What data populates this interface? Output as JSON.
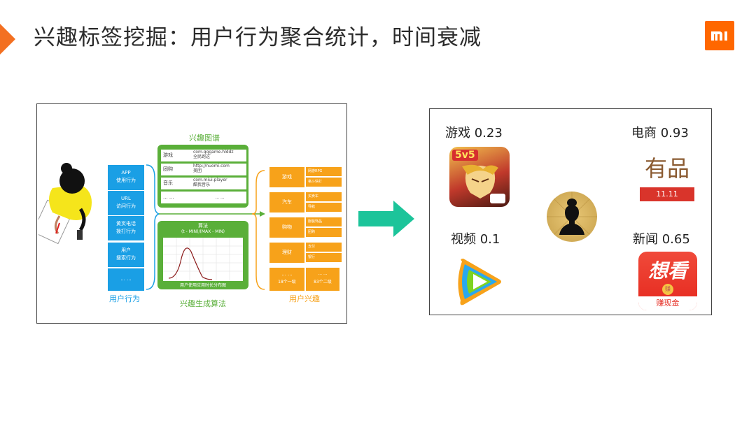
{
  "slide": {
    "title": "兴趣标签挖掘：用户行为聚合统计，时间衰减",
    "logo_text": "mi",
    "accent": "#f37021"
  },
  "left_diagram": {
    "behaviors": [
      {
        "line1": "APP",
        "line2": "使用行为"
      },
      {
        "line1": "URL",
        "line2": "访问行为"
      },
      {
        "line1": "黄页电话",
        "line2": "拨打行为"
      },
      {
        "line1": "用户",
        "line2": "搜索行为"
      },
      {
        "line1": "... ...",
        "line2": ""
      }
    ],
    "behaviors_caption": "用户行为",
    "graph_title": "兴趣图谱",
    "graph_rows": [
      {
        "tag": "游戏",
        "d1": "com.qqgame.hlddz",
        "d2": "全民跑这"
      },
      {
        "tag": "团购",
        "d1": "http://nuomi.com",
        "d2": "美团"
      },
      {
        "tag": "音乐",
        "d1": "com.miui.player",
        "d2": "酷我音乐"
      },
      {
        "tag": "... ...",
        "d1": "... ...",
        "d2": ""
      }
    ],
    "algo_title": "算法",
    "algo_formula": "(t - MIN)/(MAX - MIN)",
    "algo_chart_caption": "用户使用应用时长分布图",
    "algo_caption": "兴趣生成算法",
    "interests": [
      {
        "cat": "游戏",
        "s1": "网游RPG",
        "s2": "格斗快打"
      },
      {
        "cat": "汽车",
        "s1": "买卖车",
        "s2": "导航"
      },
      {
        "cat": "购物",
        "s1": "服装饰品",
        "s2": "团购"
      },
      {
        "cat": "理财",
        "s1": "支付",
        "s2": "银行"
      },
      {
        "cat": "... ...",
        "s1": "... ...",
        "s2": ""
      }
    ],
    "interest_footer": {
      "left": "18个一级",
      "right": "83个二级"
    },
    "interests_caption": "用户兴趣",
    "colors": {
      "blue": "#1a9fe5",
      "green": "#5aaf39",
      "orange": "#f7a21a"
    }
  },
  "arrow_color": "#1cc49a",
  "right_diagram": {
    "items": [
      {
        "label": "游戏 0.23",
        "icon": "game-5v5-icon"
      },
      {
        "label": "电商 0.93",
        "icon": "youpin-icon"
      },
      {
        "label": "视频 0.1",
        "icon": "tencent-video-icon"
      },
      {
        "label": "新闻 0.65",
        "icon": "xiangkan-icon"
      }
    ],
    "center_icon": "woman-silhouette-icon",
    "icon_texts": {
      "game": "5v5",
      "youpin": "有品",
      "youpin_sub": "11.11",
      "xiangkan": "想看",
      "xiangkan_coin": "赚",
      "xiangkan_sub": "赚现金"
    }
  }
}
